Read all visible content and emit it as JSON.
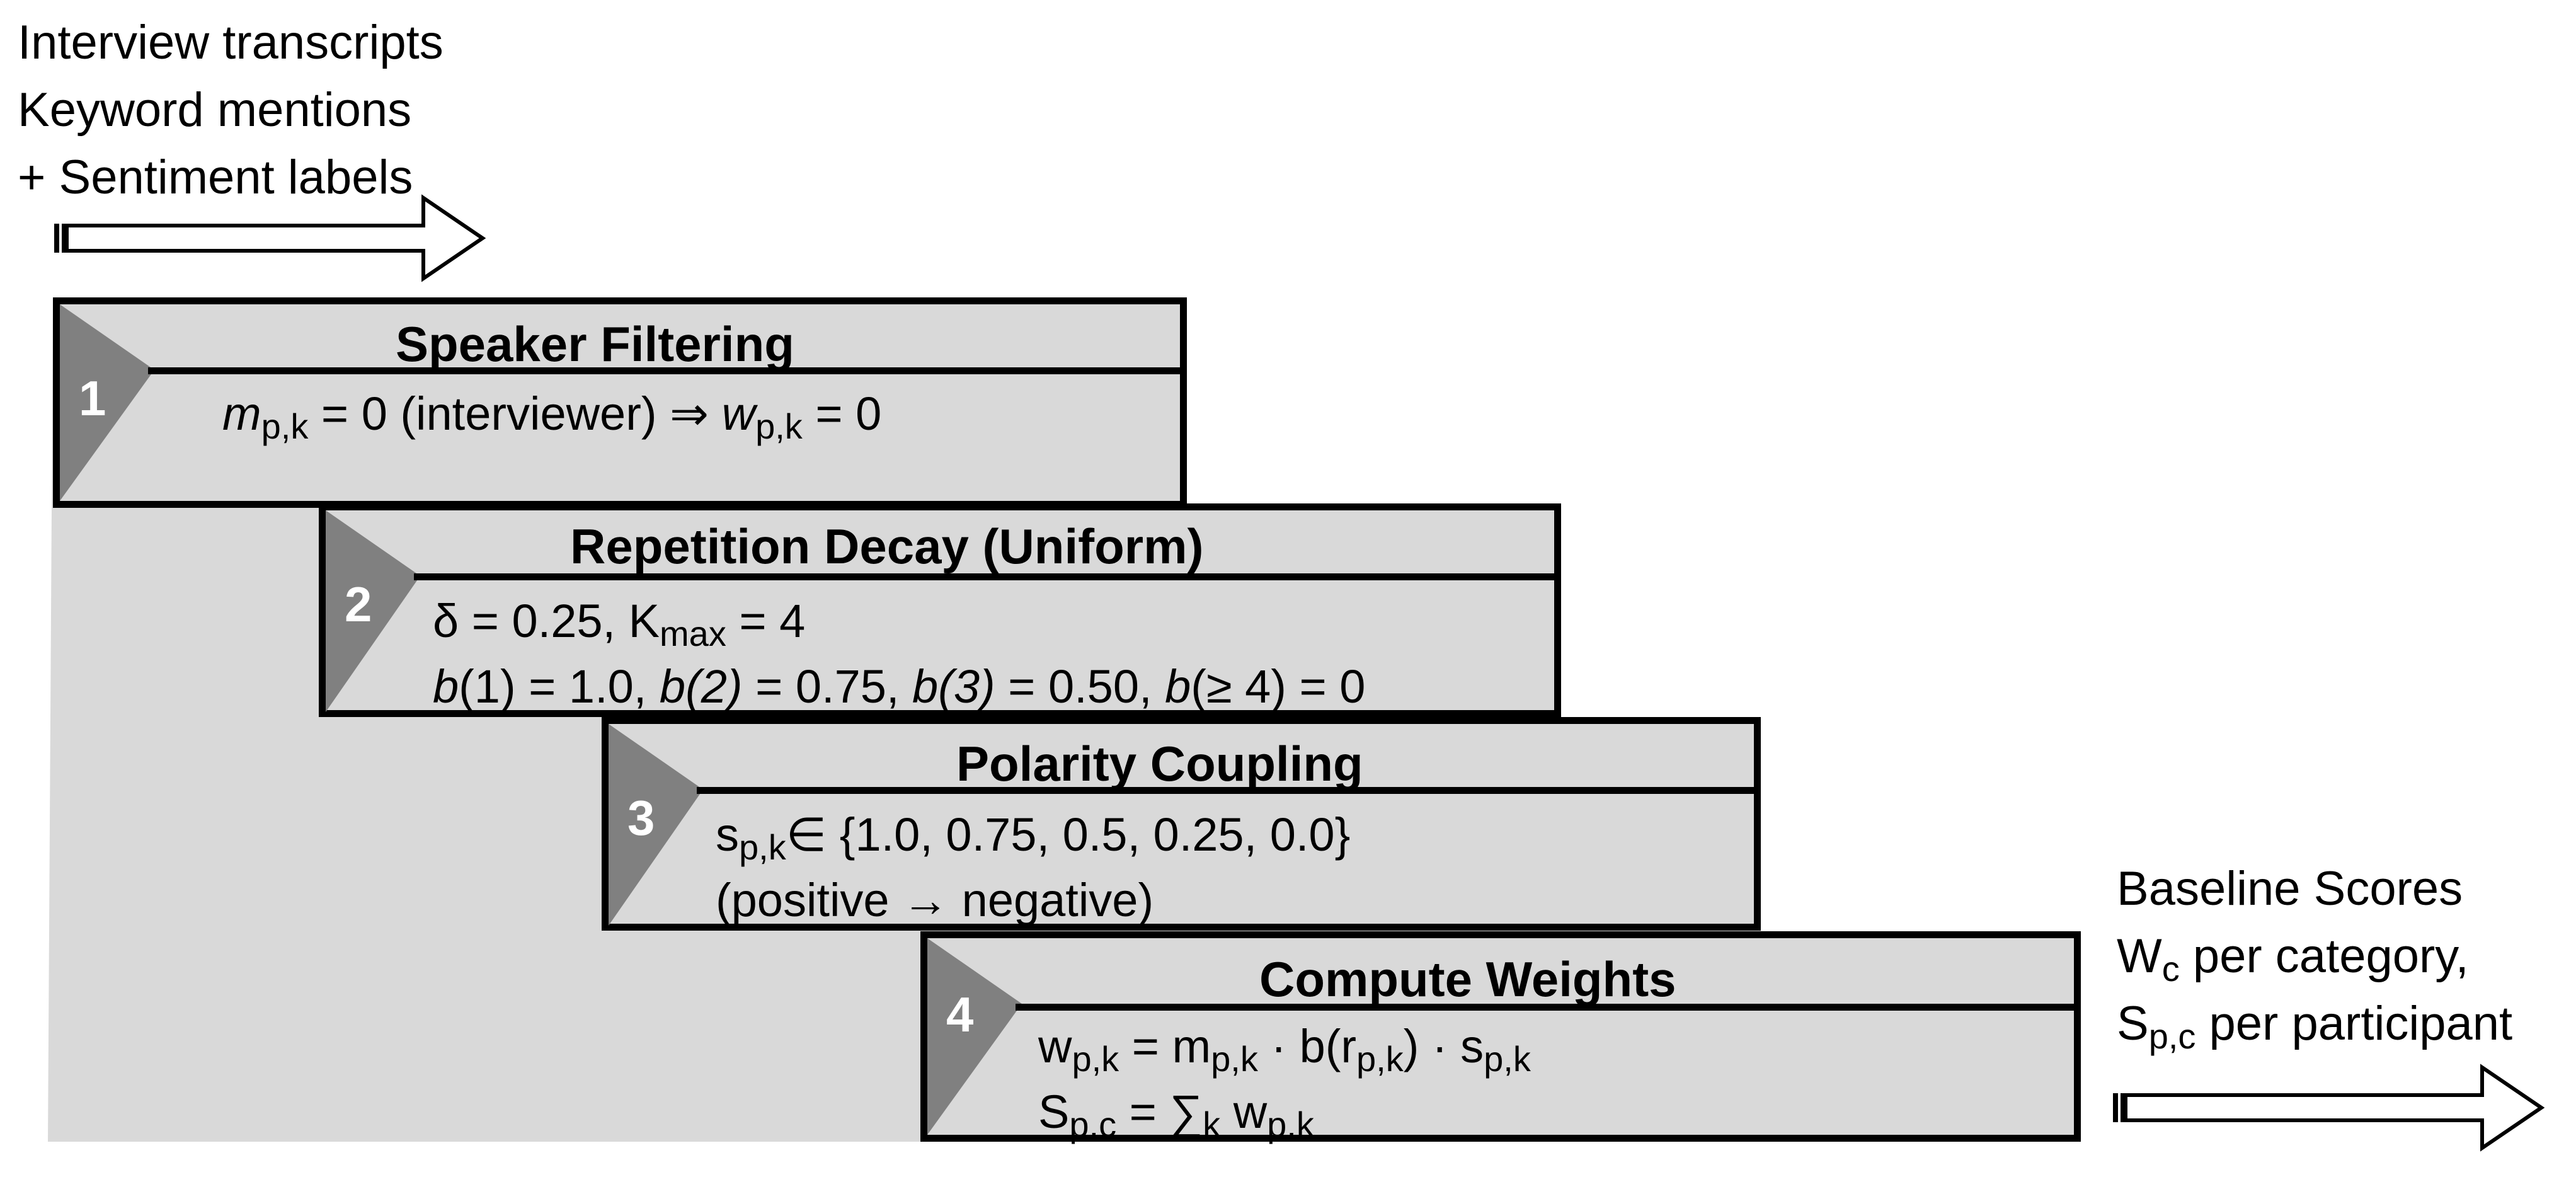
{
  "input": {
    "line1": "Interview transcripts",
    "line2": "Keyword mentions",
    "line3": "+ Sentiment labels"
  },
  "steps": [
    {
      "number": "1",
      "title": "Speaker Filtering",
      "lines": [
        {
          "m": "m",
          "m_sub": "p,k",
          "mid": " = 0 (interviewer) ⇒ ",
          "w": "w",
          "w_sub": "p,k",
          "end": " = 0"
        }
      ]
    },
    {
      "number": "2",
      "title": "Repetition Decay (Uniform)",
      "line1": {
        "pre": "δ = 0.25, K",
        "sub": "max",
        "post": " = 4"
      },
      "line2": {
        "b1": "b",
        "t1": "(1) = 1.0, ",
        "b2": "b(2)",
        "t2": " = 0.75, ",
        "b3": "b(3)",
        "t3": " = 0.50, ",
        "b4": "b",
        "t4": "(≥ 4) = 0"
      }
    },
    {
      "number": "3",
      "title": "Polarity Coupling",
      "line1": {
        "pre": "s",
        "sub": "p,k",
        "post": "∈ {1.0, 0.75, 0.5, 0.25, 0.0}"
      },
      "line2": "(positive → negative)"
    },
    {
      "number": "4",
      "title": "Compute Weights",
      "line1": {
        "a": "w",
        "a_sub": "p,k",
        "b": " = m",
        "b_sub": "p,k",
        "c": " · b(r",
        "c_sub": "p,k",
        "d": ") · s",
        "d_sub": "p,k"
      },
      "line2": {
        "a": "S",
        "a_sub": "p,c",
        "b": " = ∑",
        "b_sub": "k",
        "c": " w",
        "c_sub": "p,k"
      }
    }
  ],
  "output": {
    "line1": "Baseline Scores",
    "line2_pre": "W",
    "line2_sub": "c",
    "line2_post": " per category,",
    "line3_pre": "S",
    "line3_sub": "p,c",
    "line3_post": " per participant"
  },
  "colors": {
    "box_fill": "#d9d9d9",
    "triangle": "#808080",
    "outline": "#000000",
    "number_text": "#ffffff"
  }
}
